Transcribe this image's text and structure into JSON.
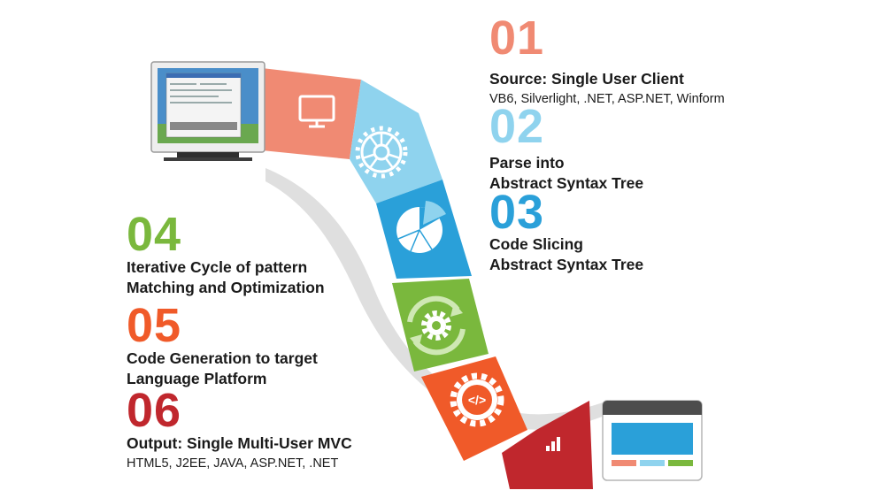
{
  "colors": {
    "step1": "#f08a73",
    "step2": "#8fd3ee",
    "step3": "#2aa0d9",
    "step4": "#7ab83d",
    "step5": "#f05a29",
    "step6": "#c0272d"
  },
  "steps": [
    {
      "num": "01",
      "title_lines": [
        "Source: Single User Client"
      ],
      "subtitle": "VB6, Silverlight, .NET,  ASP.NET, Winform",
      "icon": "monitor-icon"
    },
    {
      "num": "02",
      "title_lines": [
        "Parse into",
        "Abstract Syntax Tree"
      ],
      "subtitle": "",
      "icon": "gear-wheel-icon"
    },
    {
      "num": "03",
      "title_lines": [
        "Code Slicing",
        "Abstract Syntax Tree"
      ],
      "subtitle": "",
      "icon": "pie-chart-icon"
    },
    {
      "num": "04",
      "title_lines": [
        "Iterative Cycle of pattern",
        "Matching and Optimization"
      ],
      "subtitle": "",
      "icon": "refresh-gear-icon"
    },
    {
      "num": "05",
      "title_lines": [
        "Code Generation to target",
        "Language Platform"
      ],
      "subtitle": "",
      "icon": "code-gear-icon"
    },
    {
      "num": "06",
      "title_lines": [
        "Output: Single Multi-User MVC"
      ],
      "subtitle": "HTML5, J2EE, JAVA, ASP.NET, .NET",
      "icon": "bar-chart-icon"
    }
  ],
  "images": {
    "source": "legacy-app-monitor-icon",
    "target": "web-app-window-icon"
  }
}
